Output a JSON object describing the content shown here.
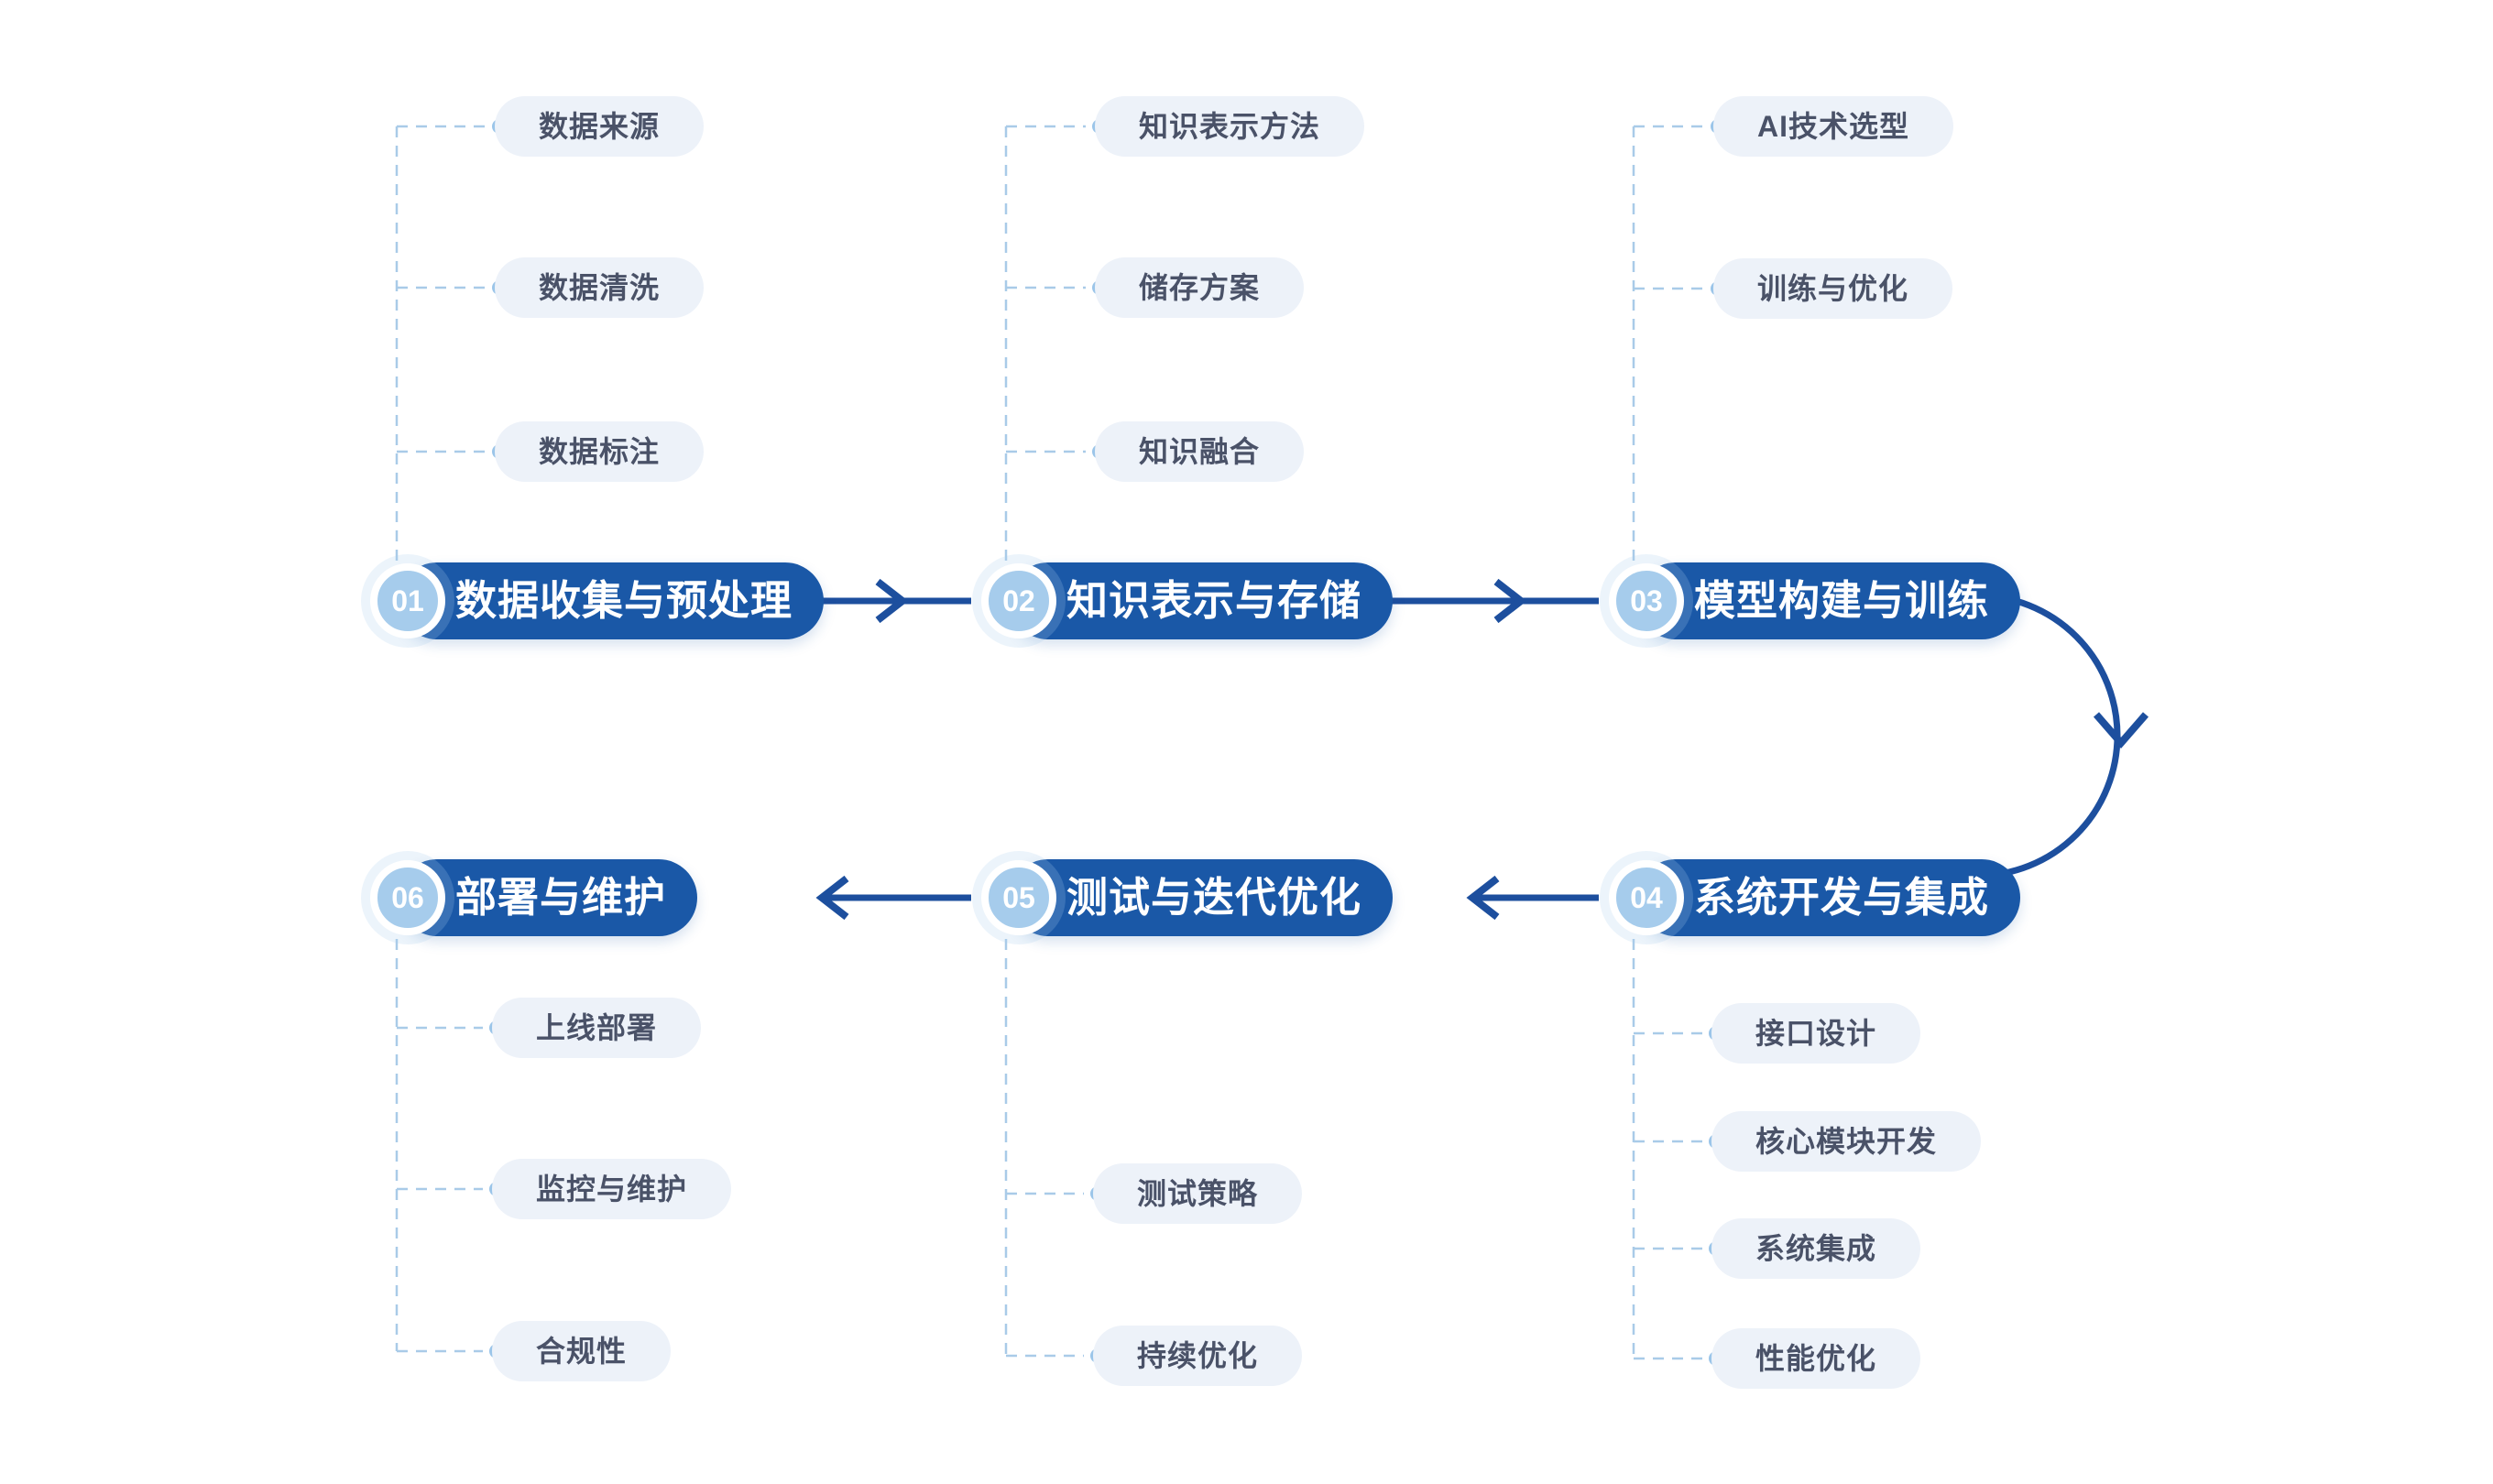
{
  "page": {
    "type": "process-flowchart",
    "background": "#FFFFFF",
    "language": "zh-CN"
  },
  "colors": {
    "stage_pill": "#1A58A7",
    "stage_text": "#FFFFFF",
    "badge_circle": "#A6CCEC",
    "badge_text": "#FFFFFF",
    "arrow": "#1D4F9E",
    "sub_pill_bg": "#EDF2F9",
    "sub_pill_text": "#4A5268",
    "dashed_line": "#A9CBE8",
    "dot": "#9BC5E9"
  },
  "stages": [
    {
      "number": "01",
      "label": "数据收集与预处理",
      "sub_items": [
        "数据来源",
        "数据清洗",
        "数据标注"
      ]
    },
    {
      "number": "02",
      "label": "知识表示与存储",
      "sub_items": [
        "知识表示方法",
        "储存方案",
        "知识融合"
      ]
    },
    {
      "number": "03",
      "label": "模型构建与训练",
      "sub_items": [
        "AI技术选型",
        "训练与优化"
      ]
    },
    {
      "number": "04",
      "label": "系统开发与集成",
      "sub_items": [
        "接口设计",
        "核心模块开发",
        "系统集成",
        "性能优化"
      ]
    },
    {
      "number": "05",
      "label": "测试与迭代优化",
      "sub_items": [
        "测试策略",
        "持续优化"
      ]
    },
    {
      "number": "06",
      "label": "部署与维护",
      "sub_items": [
        "上线部署",
        "监控与维护",
        "合规性"
      ]
    }
  ],
  "connections": [
    {
      "from": "01",
      "to": "02",
      "style": "straight-right"
    },
    {
      "from": "02",
      "to": "03",
      "style": "straight-right"
    },
    {
      "from": "03",
      "to": "04",
      "style": "curved-down"
    },
    {
      "from": "04",
      "to": "05",
      "style": "straight-left"
    },
    {
      "from": "05",
      "to": "06",
      "style": "straight-left"
    }
  ]
}
